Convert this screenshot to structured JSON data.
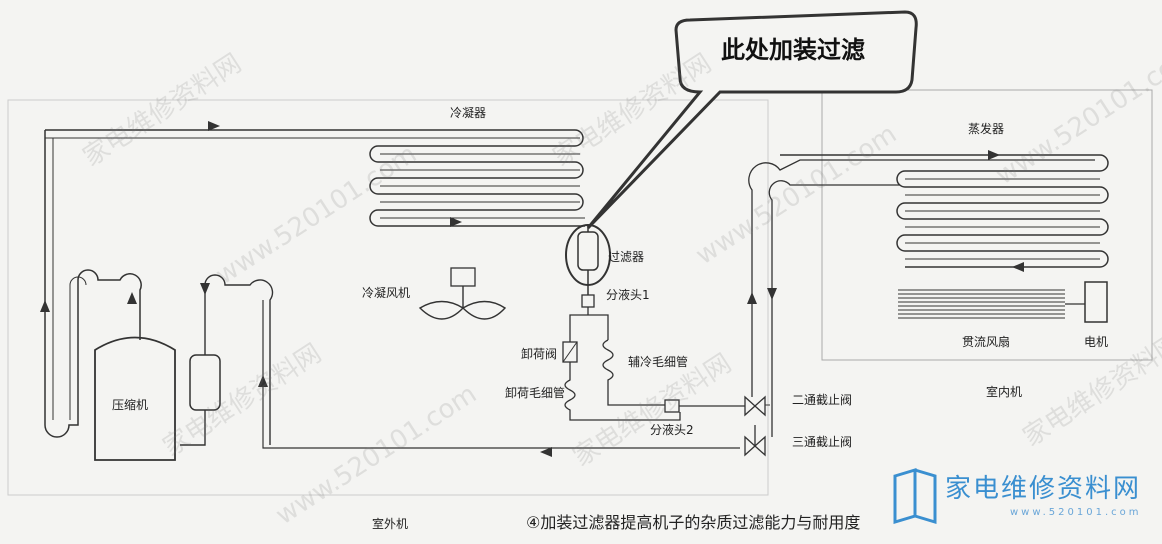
{
  "callout": "此处加装过滤",
  "labels": {
    "condenser": "冷凝器",
    "evaporator": "蒸发器",
    "condenser_fan": "冷凝风机",
    "compressor": "压缩机",
    "filter": "过滤器",
    "splitter1": "分液头1",
    "unload_valve": "卸荷阀",
    "aux_capillary": "辅冷毛细管",
    "unload_capillary": "卸荷毛细管",
    "splitter2": "分液头2",
    "two_way_valve": "二通截止阀",
    "three_way_valve": "三通截止阀",
    "crossflow_fan": "贯流风扇",
    "motor": "电机",
    "indoor_unit": "室内机",
    "outdoor_unit": "室外机"
  },
  "caption": "④加装过滤器提高机子的杂质过滤能力与耐用度",
  "watermark": {
    "site_cn": "家电维修资料网",
    "site_url": "www.520101.com"
  },
  "logo": {
    "text": "家电维修资料网",
    "url": "www.520101.com",
    "color": "#3a8fd0"
  }
}
